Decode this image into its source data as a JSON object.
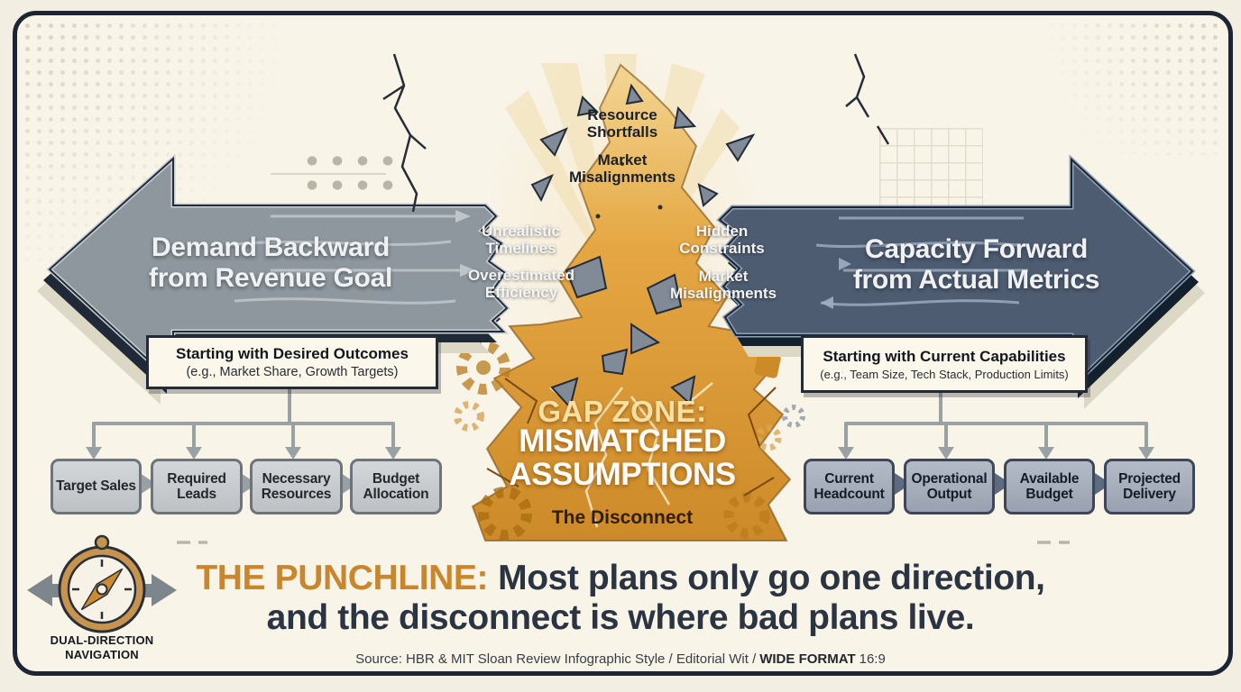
{
  "gap_zone": {
    "kicker": "GAP ZONE:",
    "title": "MISMATCHED\nASSUMPTIONS",
    "subtitle": "The Disconnect",
    "top_failures": [
      "Resource Shortfalls",
      "Market Misalignments"
    ]
  },
  "left_flow": {
    "arrow_title": "Demand Backward\nfrom Revenue Goal",
    "failures": [
      "Unrealistic Timelines",
      "Overestimated Efficiency"
    ],
    "panel_title": "Starting with Desired Outcomes",
    "panel_subtitle": "(e.g., Market Share, Growth Targets)",
    "chain": [
      "Target Sales",
      "Required Leads",
      "Necessary Resources",
      "Budget Allocation"
    ]
  },
  "right_flow": {
    "arrow_title": "Capacity Forward\nfrom Actual Metrics",
    "failures": [
      "Hidden Constraints",
      "Market Misalignments"
    ],
    "panel_title": "Starting with Current Capabilities",
    "panel_subtitle": "(e.g., Team Size, Tech Stack, Production Limits)",
    "chain": [
      "Current Headcount",
      "Operational Output",
      "Available Budget",
      "Projected Delivery"
    ]
  },
  "punchline": {
    "label": "THE PUNCHLINE:",
    "line1": "Most plans only go one direction,",
    "line2": "and the disconnect is where bad plans live."
  },
  "compass": {
    "label": "DUAL-DIRECTION\nNAVIGATION"
  },
  "footer": {
    "source_prefix": "Source: HBR & MIT Sloan Review Infographic Style / Editorial Wit /",
    "source_bold": "WIDE FORMAT",
    "source_suffix": "16:9"
  },
  "colors": {
    "accent_orange": "#d0892a",
    "left_arrow_gray": "#8e979e",
    "right_arrow_navy": "#4e5c71",
    "ink_navy": "#1c2531",
    "cream_bg": "#f8f4e8"
  }
}
